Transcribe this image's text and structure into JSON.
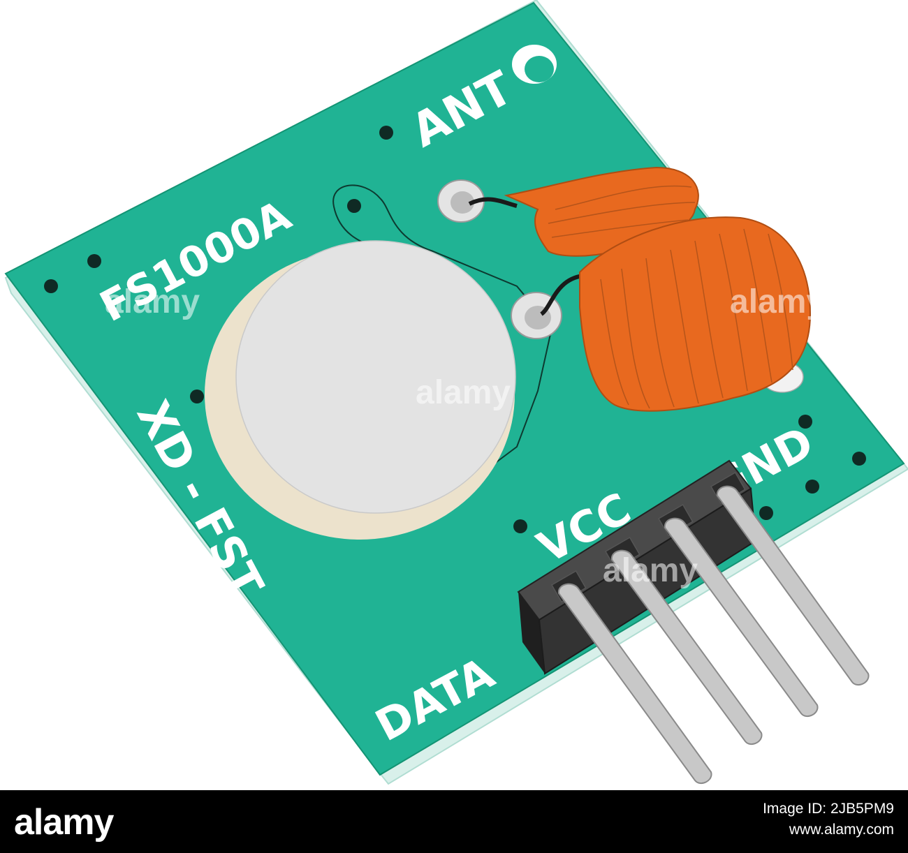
{
  "board": {
    "model": "FS1000A",
    "maker": "XD - FST",
    "antenna_label": "ANT",
    "pin_labels": [
      "DATA",
      "VCC",
      "GND"
    ],
    "colors": {
      "pcb": "#20b394",
      "coil": "#e8691f",
      "crystal": "#e3e3e3",
      "header": "#3b3b3b",
      "pins": "#c8c8c8"
    }
  },
  "watermark": "alamy",
  "footer": {
    "brand": "alamy",
    "image_id_label": "Image ID: 2JB5PM9",
    "site": "www.alamy.com"
  }
}
